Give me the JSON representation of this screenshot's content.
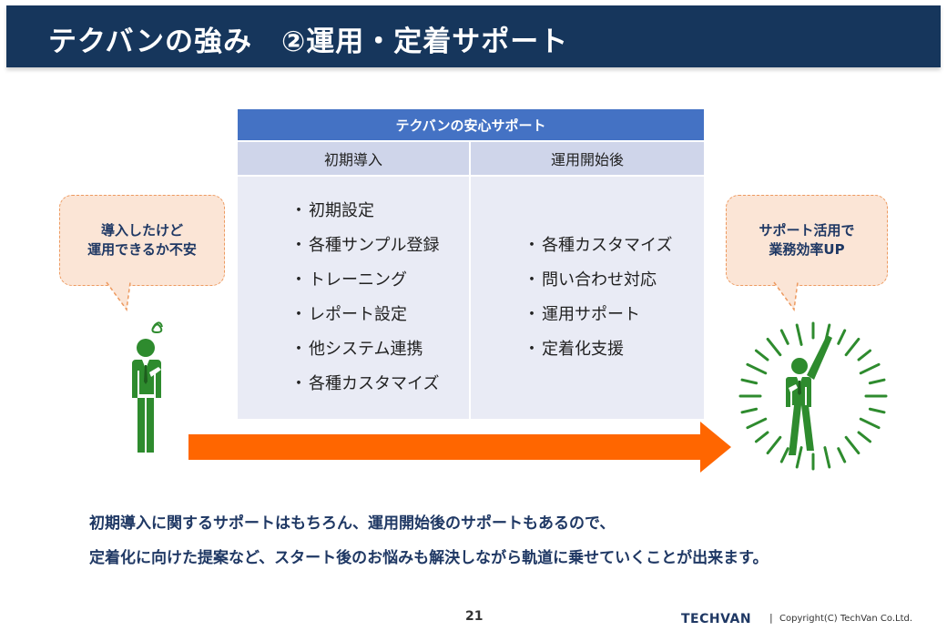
{
  "header": {
    "title": "テクバンの強み　②運用・定着サポート"
  },
  "table": {
    "title": "テクバンの安心サポート",
    "columns": [
      {
        "heading": "初期導入",
        "items": [
          "初期設定",
          "各種サンプル登録",
          "トレーニング",
          "レポート設定",
          "他システム連携",
          "各種カスタマイズ"
        ]
      },
      {
        "heading": "運用開始後",
        "items": [
          "各種カスタマイズ",
          "問い合わせ対応",
          "運用サポート",
          "定着化支援"
        ]
      }
    ]
  },
  "bubbles": {
    "left": {
      "line1": "導入したけど",
      "line2": "運用できるか不安"
    },
    "right": {
      "line1": "サポート活用で",
      "line2": "業務効率UP"
    }
  },
  "bottom_text": {
    "line1": "初期導入に関するサポートはもちろん、運用開始後のサポートもあるので、",
    "line2": "定着化に向けた提案など、スタート後のお悩みも解決しながら軌道に乗せていくことが出来ます。"
  },
  "footer": {
    "page_number": "21",
    "brand": "TECHVAN",
    "separator": "|",
    "copyright": "Copyright(C) TechVan Co.Ltd."
  },
  "colors": {
    "header_bg": "#16365c",
    "table_title_bg": "#4472c4",
    "column_head_bg": "#cfd5ea",
    "column_body_bg": "#e9ebf5",
    "bubble_bg": "#fbe5d6",
    "bubble_border": "#ed9a60",
    "arrow": "#ff6600",
    "person": "#2e8b2e",
    "text_navy": "#1f3864"
  }
}
